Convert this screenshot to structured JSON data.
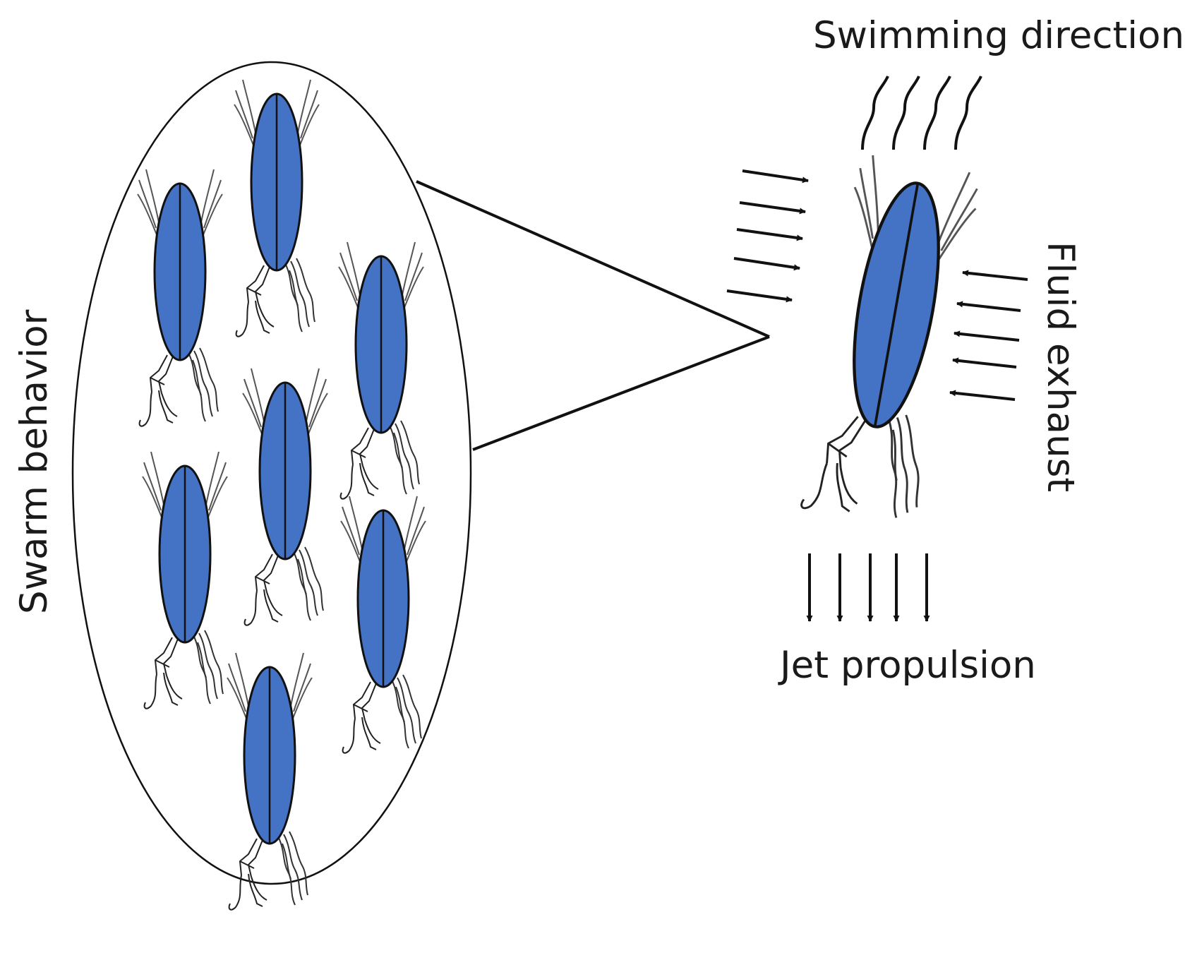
{
  "labels": {
    "swarm": "Swarm behavior",
    "swimming_direction": "Swimming direction",
    "fluid_exhaust": "Fluid exhaust",
    "jet_propulsion": "Jet propulsion"
  },
  "colors": {
    "body_fill": "#4472C4",
    "stroke": "#111111",
    "leg_stroke": "#555555"
  }
}
